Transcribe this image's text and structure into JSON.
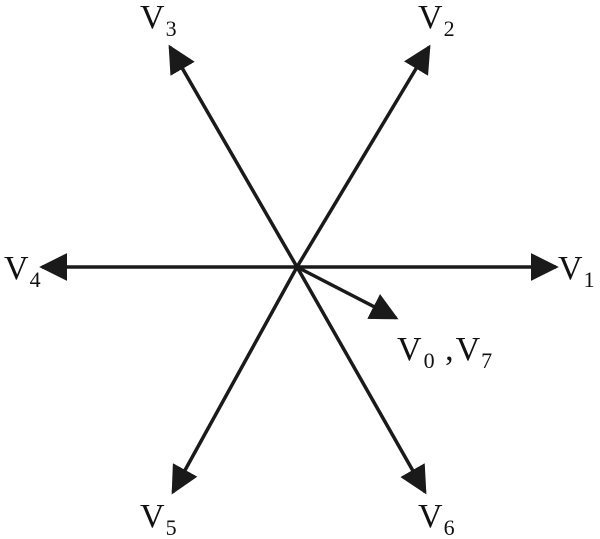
{
  "diagram": {
    "colors": {
      "stroke": "#1a1a1a",
      "background": "#ffffff"
    },
    "vectors": [
      {
        "id": "v1",
        "letter": "V",
        "sub": "1"
      },
      {
        "id": "v2",
        "letter": "V",
        "sub": "2"
      },
      {
        "id": "v3",
        "letter": "V",
        "sub": "3"
      },
      {
        "id": "v4",
        "letter": "V",
        "sub": "4"
      },
      {
        "id": "v5",
        "letter": "V",
        "sub": "5"
      },
      {
        "id": "v6",
        "letter": "V",
        "sub": "6"
      }
    ],
    "zero_vector": {
      "letter_a": "V",
      "sub_a": "0",
      "separator": " ,",
      "letter_b": "V",
      "sub_b": "7"
    }
  }
}
